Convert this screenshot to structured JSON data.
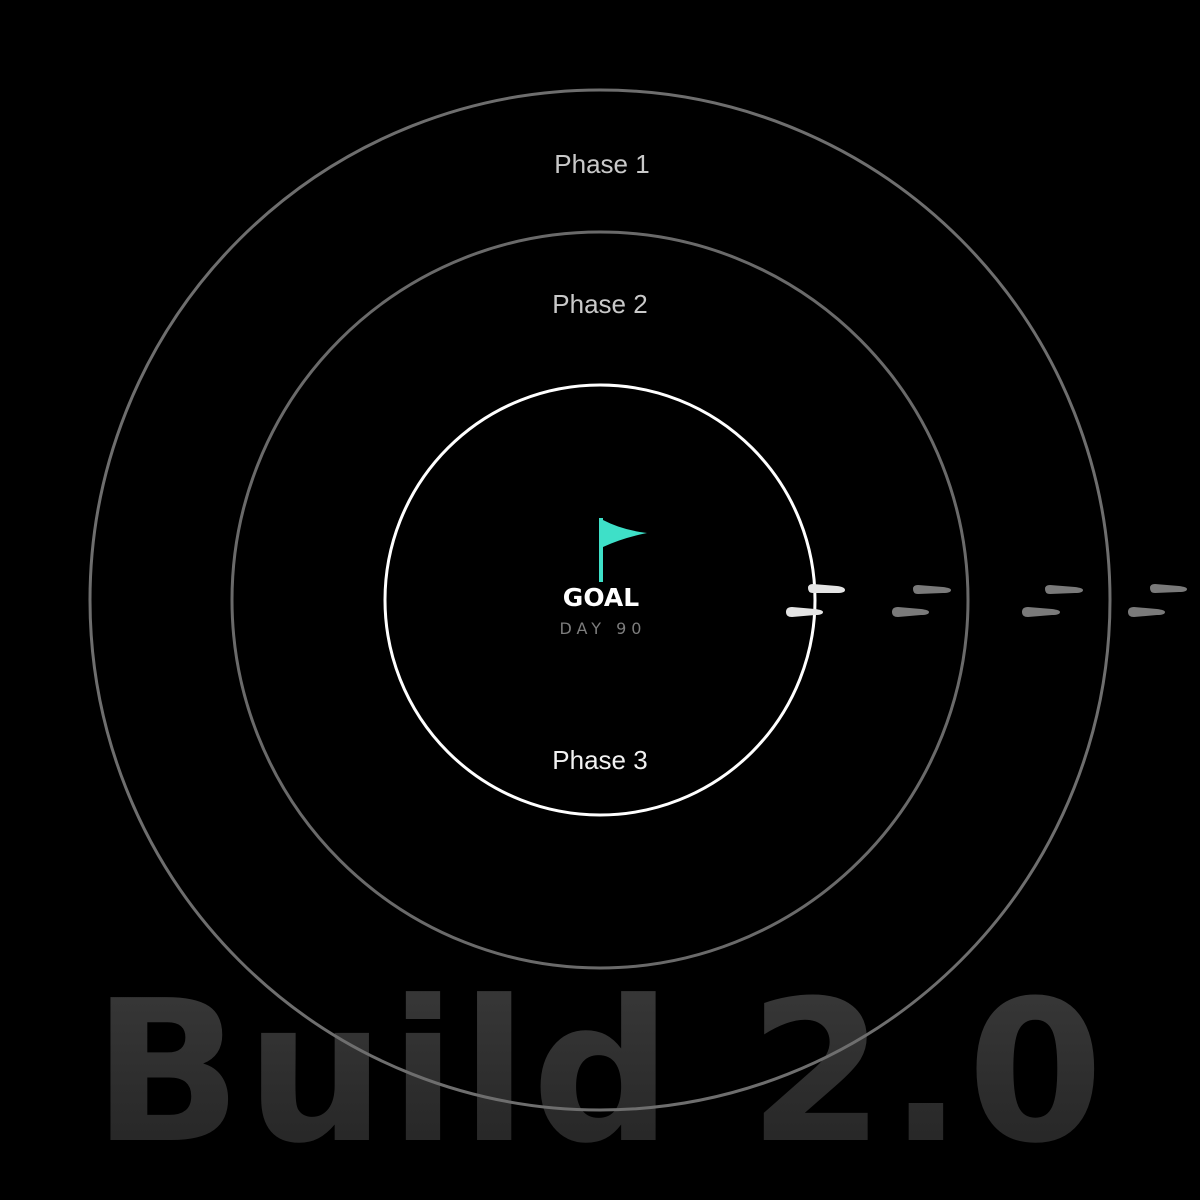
{
  "diagram": {
    "rings": [
      {
        "label": "Phase 1"
      },
      {
        "label": "Phase 2"
      },
      {
        "label": "Phase 3"
      }
    ],
    "goal": {
      "label": "GOAL",
      "sublabel": "DAY 90",
      "flag_icon": "flag-icon",
      "flag_color": "#3ee0c8"
    },
    "footprints_icon": "footprints-icon",
    "watermark": "Build 2.0",
    "colors": {
      "background": "#000000",
      "outer_ring": "#6e6e6e",
      "inner_ring": "#ffffff",
      "accent": "#3ee0c8"
    }
  }
}
